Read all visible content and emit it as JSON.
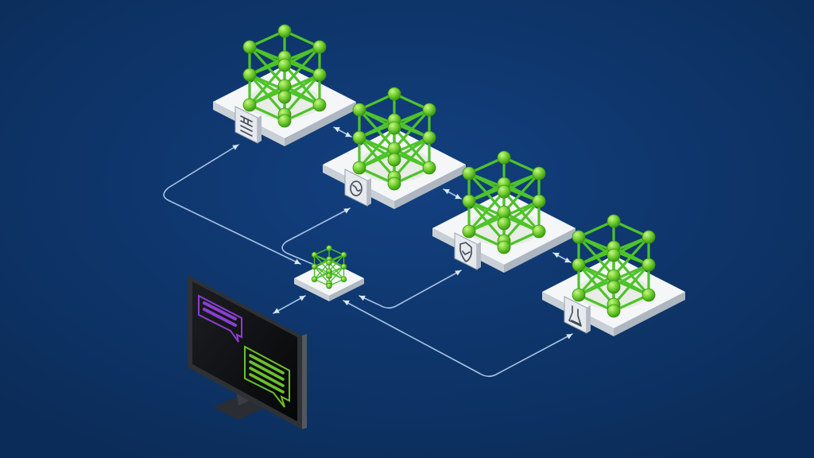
{
  "scene": {
    "background": "#0d3263",
    "accent_green": "#4ec32a",
    "node_green": "#7ad63a",
    "platform_top": "#f4f6f8",
    "platform_side": "#c9cfd6",
    "connector_color": "#b9d4f2"
  },
  "platforms": [
    {
      "name": "model-platform-1",
      "icon": "books-icon"
    },
    {
      "name": "model-platform-2",
      "icon": "globe-icon"
    },
    {
      "name": "model-platform-3",
      "icon": "shield-check-icon"
    },
    {
      "name": "model-platform-4",
      "icon": "flask-icon"
    }
  ],
  "router": {
    "name": "router-platform",
    "icon": "neural-network-icon"
  },
  "monitor": {
    "user_bubble_color": "#8a3fd1",
    "response_bubble_color": "#6cc02c",
    "user_bubble_lines": 2,
    "response_bubble_lines": 4
  }
}
